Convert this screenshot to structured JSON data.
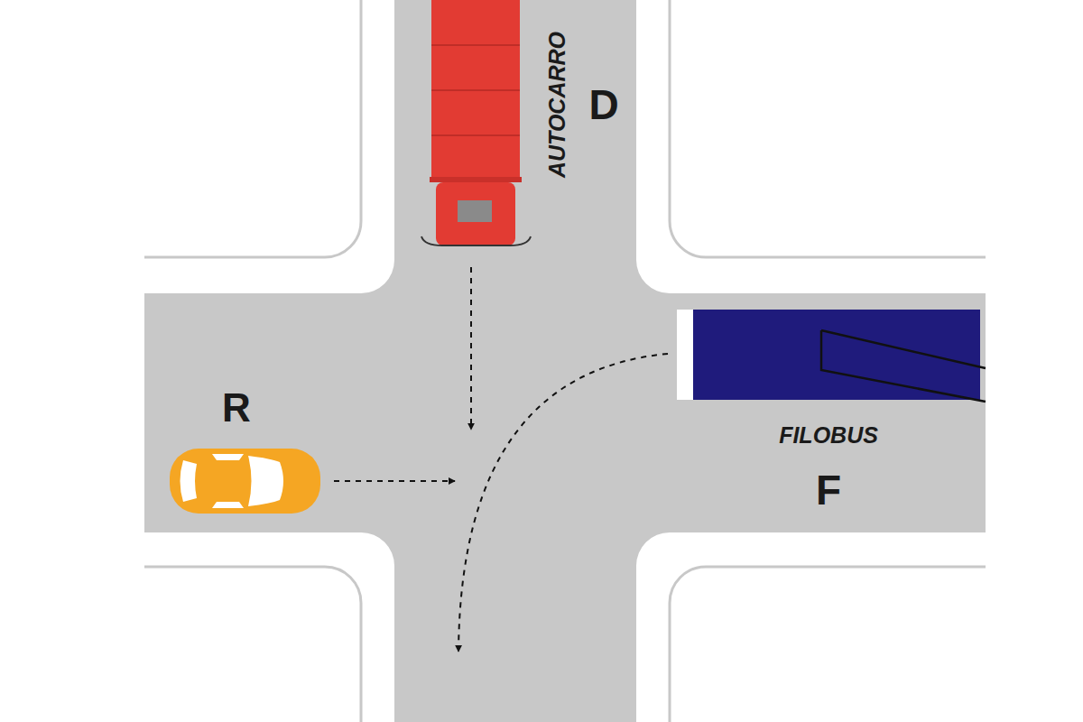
{
  "diagram": {
    "labels": [
      "AUTOCARRO",
      "D",
      "R",
      "FILOBUS",
      "F"
    ]
  }
}
